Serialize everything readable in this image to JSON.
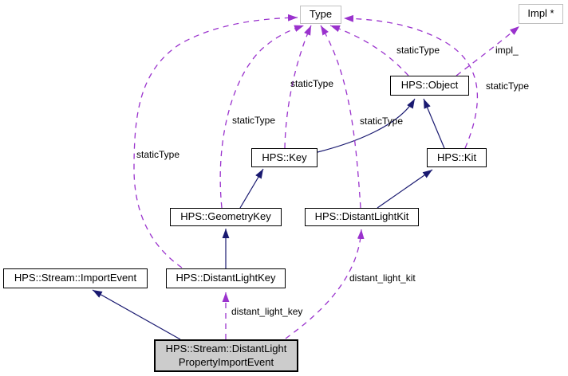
{
  "diagram": {
    "type": "collaboration-graph",
    "nodes": [
      {
        "id": "type",
        "label": "Type"
      },
      {
        "id": "impl",
        "label": "Impl *"
      },
      {
        "id": "hps-object",
        "label": "HPS::Object"
      },
      {
        "id": "hps-key",
        "label": "HPS::Key"
      },
      {
        "id": "hps-kit",
        "label": "HPS::Kit"
      },
      {
        "id": "hps-geometrykey",
        "label": "HPS::GeometryKey"
      },
      {
        "id": "hps-distantlightkit",
        "label": "HPS::DistantLightKit"
      },
      {
        "id": "hps-stream-importevent",
        "label": "HPS::Stream::ImportEvent"
      },
      {
        "id": "hps-distantlightkey",
        "label": "HPS::DistantLightKey"
      },
      {
        "id": "main",
        "label": "HPS::Stream::DistantLightPropertyImportEvent",
        "label_line1": "HPS::Stream::DistantLight",
        "label_line2": "PropertyImportEvent"
      }
    ],
    "edge_labels": [
      {
        "text": "staticType"
      },
      {
        "text": "staticType"
      },
      {
        "text": "staticType"
      },
      {
        "text": "staticType"
      },
      {
        "text": "staticType"
      },
      {
        "text": "staticType"
      },
      {
        "text": "impl_"
      },
      {
        "text": "distant_light_kit"
      },
      {
        "text": "distant_light_key"
      }
    ],
    "edges": [
      {
        "from": "HPS::Stream::DistantLightPropertyImportEvent",
        "to": "HPS::Stream::ImportEvent",
        "relation": "inheritance"
      },
      {
        "from": "HPS::DistantLightKey",
        "to": "HPS::GeometryKey",
        "relation": "inheritance"
      },
      {
        "from": "HPS::GeometryKey",
        "to": "HPS::Key",
        "relation": "inheritance"
      },
      {
        "from": "HPS::Key",
        "to": "HPS::Object",
        "relation": "inheritance"
      },
      {
        "from": "HPS::DistantLightKit",
        "to": "HPS::Kit",
        "relation": "inheritance"
      },
      {
        "from": "HPS::Kit",
        "to": "HPS::Object",
        "relation": "inheritance"
      },
      {
        "from": "HPS::DistantLightKey",
        "to": "Type",
        "relation": "usage",
        "label": "staticType"
      },
      {
        "from": "HPS::GeometryKey",
        "to": "Type",
        "relation": "usage",
        "label": "staticType"
      },
      {
        "from": "HPS::Key",
        "to": "Type",
        "relation": "usage",
        "label": "staticType"
      },
      {
        "from": "HPS::DistantLightKit",
        "to": "Type",
        "relation": "usage",
        "label": "staticType"
      },
      {
        "from": "HPS::Object",
        "to": "Type",
        "relation": "usage",
        "label": "staticType"
      },
      {
        "from": "HPS::Kit",
        "to": "Type",
        "relation": "usage",
        "label": "staticType"
      },
      {
        "from": "HPS::Object",
        "to": "Impl *",
        "relation": "usage",
        "label": "impl_"
      },
      {
        "from": "HPS::Stream::DistantLightPropertyImportEvent",
        "to": "HPS::DistantLightKey",
        "relation": "usage",
        "label": "distant_light_key"
      },
      {
        "from": "HPS::Stream::DistantLightPropertyImportEvent",
        "to": "HPS::DistantLightKit",
        "relation": "usage",
        "label": "distant_light_kit"
      }
    ],
    "colors": {
      "inheritance_edge": "#191970",
      "usage_edge": "#9a32cd",
      "selected_node_fill": "#cccccc",
      "external_node_border": "#c0c0c0",
      "node_border": "#000000"
    }
  }
}
